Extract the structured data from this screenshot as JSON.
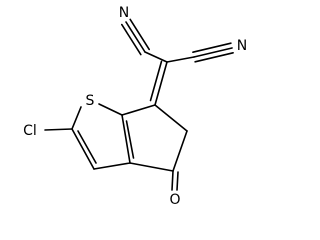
{
  "molecule": {
    "atoms": {
      "n_left": "N",
      "n_right": "N",
      "sulfur": "S",
      "chlorine": "Cl",
      "oxygen": "O"
    }
  }
}
